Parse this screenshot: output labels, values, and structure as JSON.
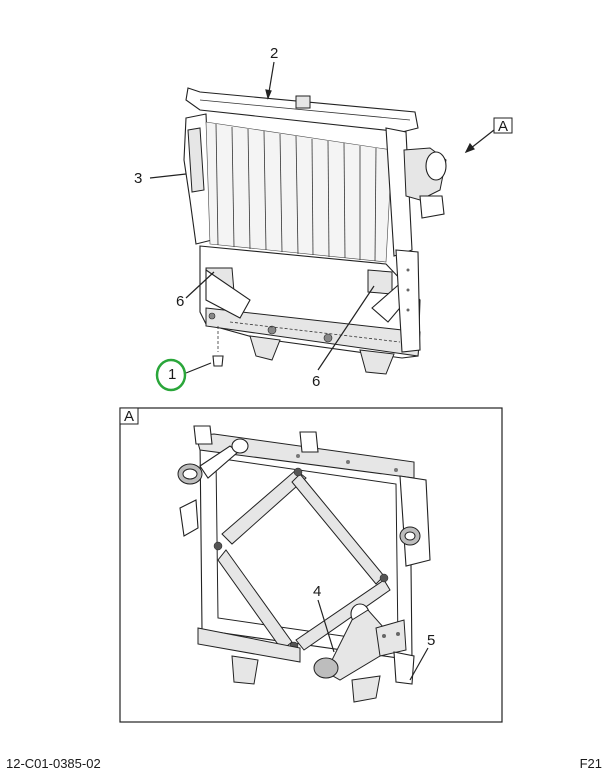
{
  "callouts": {
    "item_1": "1",
    "item_2": "2",
    "item_3": "3",
    "item_4": "4",
    "item_5": "5",
    "item_6_left": "6",
    "item_6_right": "6"
  },
  "views": {
    "main_view_ref": "A",
    "detail_view_label": "A"
  },
  "footer": {
    "drawing_number": "12-C01-0385-02",
    "page_code": "F21"
  },
  "highlight": {
    "item": "1",
    "color": "#2aa63a"
  }
}
